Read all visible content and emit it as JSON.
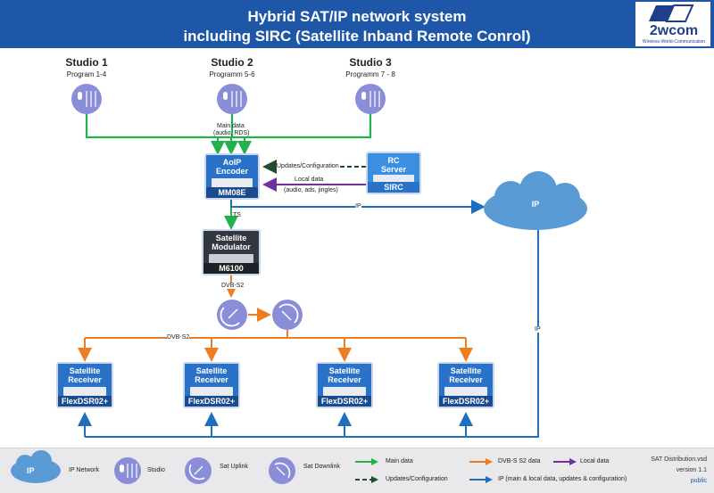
{
  "header": {
    "title_line1": "Hybrid SAT/IP network system",
    "title_line2": "including SIRC (Satellite Inband Remote Conrol)",
    "logo_text": "2wcom",
    "logo_sub": "Wireless-World-Communication"
  },
  "studios": [
    {
      "name": "Studio 1",
      "program": "Program 1-4"
    },
    {
      "name": "Studio 2",
      "program": "Programm 5-6"
    },
    {
      "name": "Studio 3",
      "program": "Programm 7 - 8"
    }
  ],
  "encoder": {
    "label_line1": "AoIP",
    "label_line2": "Encoder",
    "model": "MM08E"
  },
  "rc_server": {
    "label_line1": "RC",
    "label_line2": "Server",
    "model": "SIRC"
  },
  "modulator": {
    "label_line1": "Satellite",
    "label_line2": "Modulator",
    "model": "M6100"
  },
  "receivers": [
    {
      "label_line1": "Satellite",
      "label_line2": "Receiver",
      "model": "FlexDSR02+"
    },
    {
      "label_line1": "Satellite",
      "label_line2": "Receiver",
      "model": "FlexDSR02+"
    },
    {
      "label_line1": "Satellite",
      "label_line2": "Receiver",
      "model": "FlexDSR02+"
    },
    {
      "label_line1": "Satellite",
      "label_line2": "Receiver",
      "model": "FlexDSR02+"
    }
  ],
  "cloud_label": "IP",
  "connection_labels": {
    "main_data_line1": "Main data",
    "main_data_line2": "(audio, RDS)",
    "updates": "Updates/Configuration",
    "local_line1": "Local data",
    "local_line2": "(audio, ads, jingles)",
    "ts": "TS",
    "dvb_s2_mod": "DVB-S2",
    "dvb_s2_dist": "DVB-S2",
    "ip_encoder": "IP",
    "ip_return": "IP"
  },
  "legend": {
    "ip_icon_label": "IP",
    "ip_network": "IP Network",
    "studio": "Studio",
    "sat_uplink": "Sat Uplink",
    "sat_downlink": "Sat Downlink",
    "main_data": "Main data",
    "updates_configuration": "Updates/Configuration",
    "dvb_s2_data": "DVB-S S2 data",
    "local_data": "Local data",
    "ip_desc": "IP (main & local data, updates & configuration)"
  },
  "meta": {
    "file": "SAT Distribution.vsd",
    "version": "version 1.1",
    "visibility": "public"
  },
  "colors": {
    "header_blue": "#1f57a8",
    "green": "#22b14c",
    "orange": "#ee7d22",
    "purple": "#7030a0",
    "dark_green": "#1e4d2b",
    "ip_blue": "#1f6fc0",
    "studio_purple": "#8a8dd8",
    "cloud_blue": "#5b9bd5"
  }
}
